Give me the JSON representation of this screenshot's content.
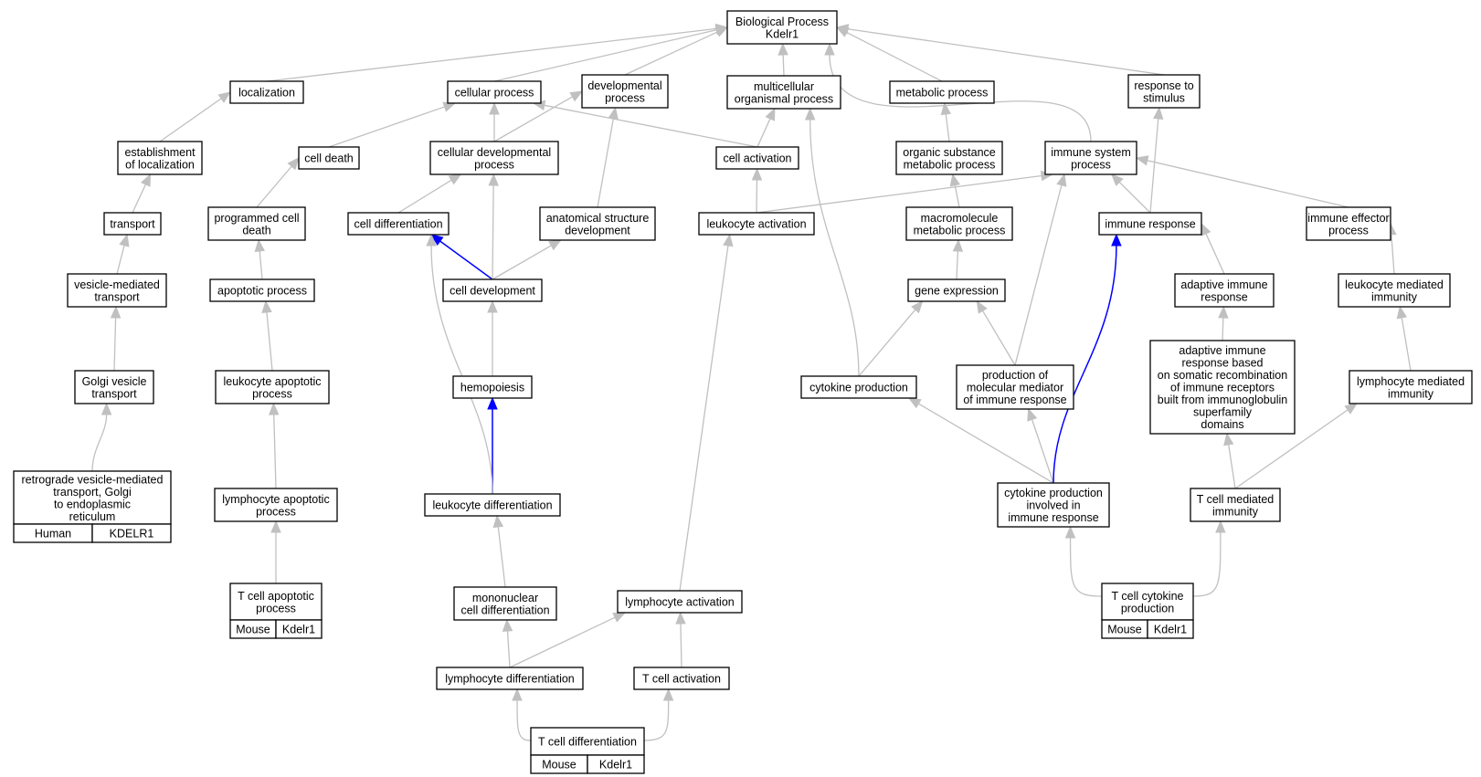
{
  "colors": {
    "edge": "#c0c0c0",
    "edge_highlight": "#0000ff",
    "human": "#ff6347",
    "mouse": "#add8e6"
  },
  "nodes": {
    "root": [
      "Biological Process",
      "Kdelr1"
    ],
    "localization": [
      "localization"
    ],
    "cellular_process": [
      "cellular process"
    ],
    "developmental_process": [
      "developmental",
      "process"
    ],
    "multicellular": [
      "multicellular",
      "organismal process"
    ],
    "metabolic_process": [
      "metabolic process"
    ],
    "response_to_stimulus": [
      "response to",
      "stimulus"
    ],
    "establishment_localization": [
      "establishment",
      "of localization"
    ],
    "cell_death": [
      "cell death"
    ],
    "cellular_developmental": [
      "cellular developmental",
      "process"
    ],
    "cell_activation": [
      "cell activation"
    ],
    "organic_substance": [
      "organic substance",
      "metabolic process"
    ],
    "immune_system_process": [
      "immune system",
      "process"
    ],
    "transport": [
      "transport"
    ],
    "programmed_cell_death": [
      "programmed cell",
      "death"
    ],
    "cell_differentiation": [
      "cell differentiation"
    ],
    "anatomical_structure": [
      "anatomical structure",
      "development"
    ],
    "leukocyte_activation": [
      "leukocyte activation"
    ],
    "macromolecule": [
      "macromolecule",
      "metabolic process"
    ],
    "immune_response": [
      "immune response"
    ],
    "immune_effector": [
      "immune effector",
      "process"
    ],
    "vesicle_mediated": [
      "vesicle-mediated",
      "transport"
    ],
    "apoptotic_process": [
      "apoptotic process"
    ],
    "cell_development": [
      "cell development"
    ],
    "gene_expression": [
      "gene expression"
    ],
    "adaptive_immune_response": [
      "adaptive immune",
      "response"
    ],
    "leukocyte_mediated": [
      "leukocyte mediated",
      "immunity"
    ],
    "golgi_vesicle": [
      "Golgi vesicle",
      "transport"
    ],
    "leukocyte_apoptotic": [
      "leukocyte apoptotic",
      "process"
    ],
    "hemopoiesis": [
      "hemopoiesis"
    ],
    "cytokine_production": [
      "cytokine production"
    ],
    "production_mediator": [
      "production of",
      "molecular mediator",
      "of immune response"
    ],
    "adaptive_somatic": [
      "adaptive immune",
      "response based",
      "on somatic recombination",
      "of immune receptors",
      "built from immunoglobulin",
      "superfamily",
      "domains"
    ],
    "lymphocyte_mediated": [
      "lymphocyte mediated",
      "immunity"
    ],
    "retrograde": [
      "retrograde vesicle-mediated",
      "transport, Golgi",
      "to endoplasmic",
      "reticulum"
    ],
    "lymphocyte_apoptotic": [
      "lymphocyte apoptotic",
      "process"
    ],
    "leukocyte_differentiation": [
      "leukocyte differentiation"
    ],
    "cytokine_immune": [
      "cytokine production",
      "involved in",
      "immune response"
    ],
    "t_cell_mediated": [
      "T cell mediated",
      "immunity"
    ],
    "t_cell_apoptotic": [
      "T cell apoptotic",
      "process"
    ],
    "mononuclear": [
      "mononuclear",
      "cell differentiation"
    ],
    "lymphocyte_activation": [
      "lymphocyte activation"
    ],
    "t_cell_cytokine": [
      "T cell cytokine",
      "production"
    ],
    "lymphocyte_differentiation": [
      "lymphocyte differentiation"
    ],
    "t_cell_activation": [
      "T cell activation"
    ],
    "t_cell_differentiation": [
      "T cell differentiation"
    ]
  },
  "annotations": {
    "retrograde": [
      "Human",
      "KDELR1"
    ],
    "t_cell_apoptotic": [
      "Mouse",
      "Kdelr1"
    ],
    "t_cell_cytokine": [
      "Mouse",
      "Kdelr1"
    ],
    "t_cell_differentiation": [
      "Mouse",
      "Kdelr1"
    ]
  }
}
